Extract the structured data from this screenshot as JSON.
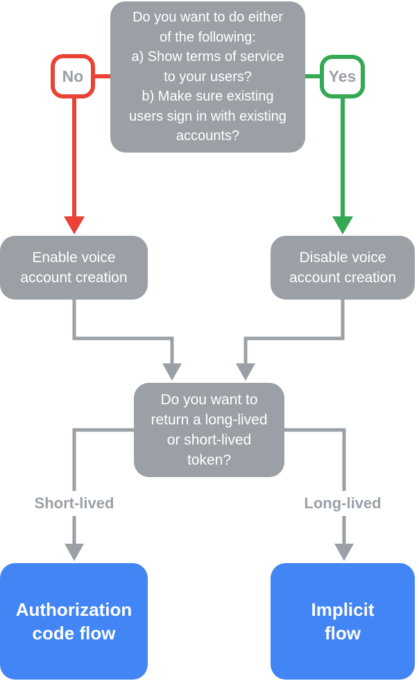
{
  "colors": {
    "node_gray": "#9AA0A6",
    "connector_gray": "#9AA0A6",
    "no_red": "#EA4335",
    "yes_green": "#34A853",
    "outcome_blue": "#4285F4",
    "label_text": "#9AA0A6",
    "node_text": "#FFFFFF",
    "background": "#FFFFFF"
  },
  "nodes": {
    "question1": {
      "text": "Do you want to do either\nof the following:\na) Show terms of service\nto your users?\nb) Make sure existing\nusers sign in with existing\naccounts?"
    },
    "enable": {
      "text": "Enable voice\naccount creation"
    },
    "disable": {
      "text": "Disable voice\naccount creation"
    },
    "question2": {
      "text": "Do you want to\nreturn a long-lived\nor short-lived\ntoken?"
    },
    "auth_code": {
      "text": "Authorization\ncode flow"
    },
    "implicit": {
      "text": "Implicit\nflow"
    }
  },
  "labels": {
    "no": "No",
    "yes": "Yes",
    "short_lived": "Short-lived",
    "long_lived": "Long-lived"
  }
}
